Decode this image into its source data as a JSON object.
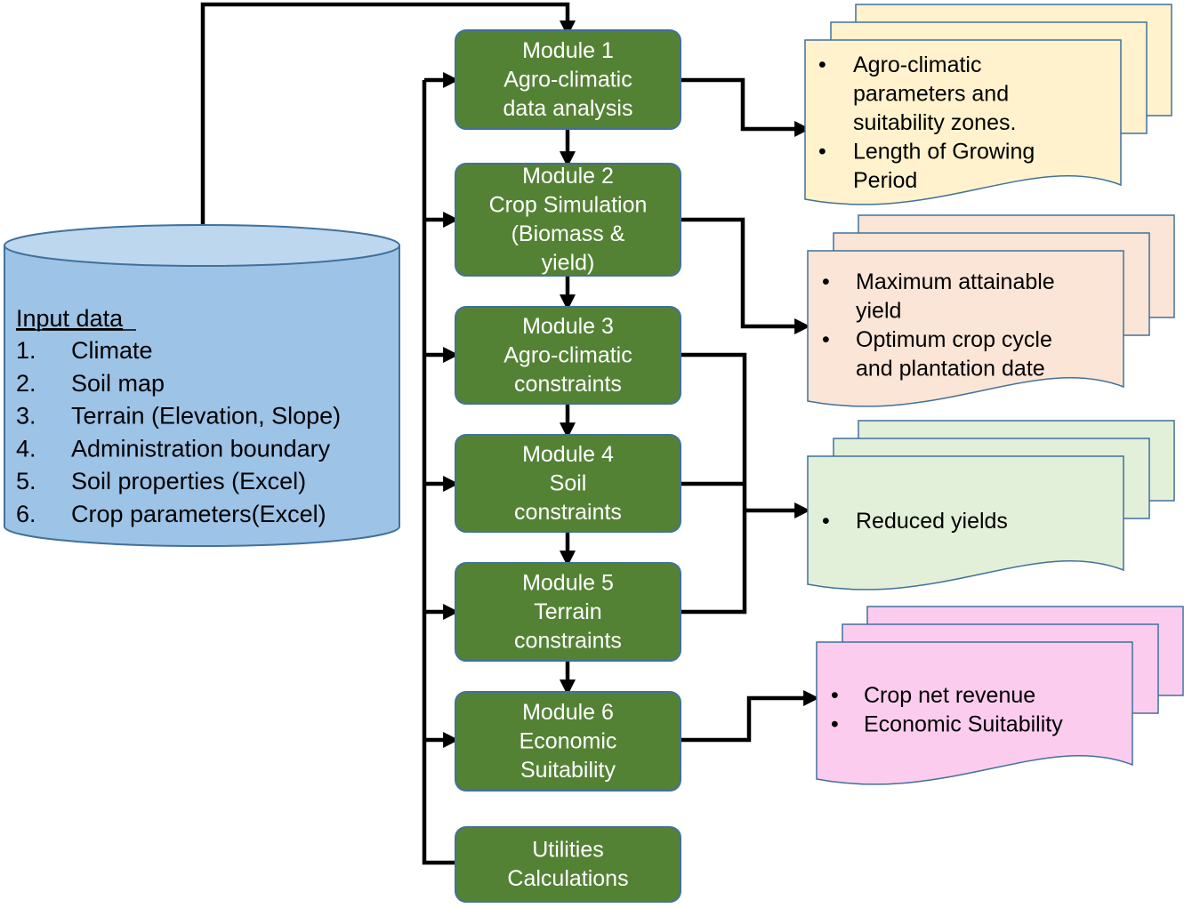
{
  "colors": {
    "module_fill": "#548235",
    "module_border": "#41719C",
    "database_fill": "#9DC3E6",
    "database_top": "#BDD7EE",
    "output_1": "#FFF2CC",
    "output_2": "#FBE5D6",
    "output_3": "#E2F0D9",
    "output_4": "#FBCCEE",
    "connector": "#000000"
  },
  "input_data": {
    "title": "Input data",
    "items": [
      {
        "num": "1.",
        "text": "Climate"
      },
      {
        "num": "2.",
        "text": "Soil map"
      },
      {
        "num": "3.",
        "text": "Terrain (Elevation, Slope)"
      },
      {
        "num": "4.",
        "text": "Administration  boundary"
      },
      {
        "num": "5.",
        "text": "Soil properties  (Excel)"
      },
      {
        "num": "6.",
        "text": "Crop parameters(Excel)"
      }
    ]
  },
  "modules": [
    {
      "lines": [
        "Module 1",
        "Agro-climatic",
        "data analysis"
      ]
    },
    {
      "lines": [
        "Module 2",
        "Crop Simulation",
        "(Biomass &",
        "yield)"
      ]
    },
    {
      "lines": [
        "Module 3",
        "Agro-climatic",
        "constraints"
      ]
    },
    {
      "lines": [
        "Module 4",
        "Soil",
        "constraints"
      ]
    },
    {
      "lines": [
        "Module 5",
        "Terrain",
        "constraints"
      ]
    },
    {
      "lines": [
        "Module 6",
        "Economic",
        "Suitability"
      ]
    },
    {
      "lines": [
        "Utilities",
        "Calculations"
      ]
    }
  ],
  "outputs": [
    {
      "bullets": [
        [
          "Agro-climatic",
          "parameters and",
          "suitability zones."
        ],
        [
          "Length of Growing",
          "Period"
        ]
      ]
    },
    {
      "bullets": [
        [
          "Maximum attainable",
          "yield"
        ],
        [
          "Optimum crop cycle",
          "and plantation date"
        ]
      ]
    },
    {
      "bullets": [
        [
          "Reduced yields"
        ]
      ]
    },
    {
      "bullets": [
        [
          "Crop net revenue"
        ],
        [
          "Economic Suitability"
        ]
      ]
    }
  ]
}
